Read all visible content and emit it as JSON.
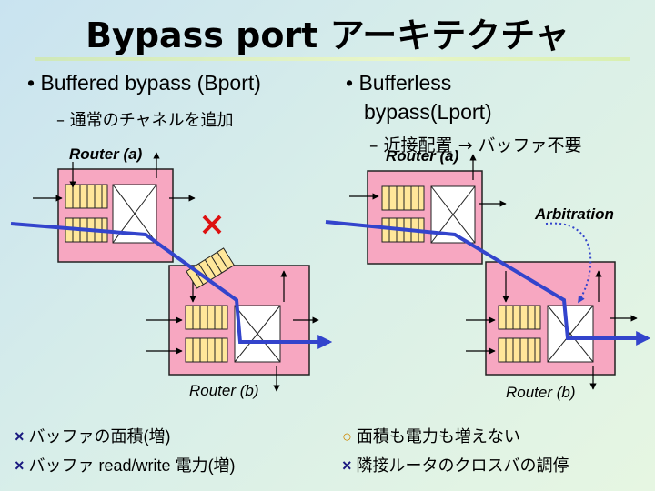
{
  "title": "Bypass port アーキテクチャ",
  "left": {
    "bullet": "• Buffered bypass (Bport)",
    "sub": "– 通常のチャネルを追加",
    "router_a": "Router (a)",
    "router_b": "Router (b)",
    "notes": [
      {
        "mark": "×",
        "text": "バッファの面積(増)"
      },
      {
        "mark": "×",
        "text": "バッファ read/write 電力(増)"
      }
    ]
  },
  "right": {
    "bullet_line1": "• Bufferless",
    "bullet_line2": "bypass(Lport)",
    "sub": "– 近接配置 → バッファ不要",
    "router_a": "Router (a)",
    "router_b": "Router (b)",
    "arbitration": "Arbitration",
    "notes": [
      {
        "mark": "○",
        "text": "面積も電力も増えない"
      },
      {
        "mark": "×",
        "text": "隣接ルータのクロスバの調停"
      }
    ]
  },
  "colors": {
    "router_fill": "#f7a7c1",
    "router_border": "#222222",
    "buffer_fill": "#ffe79a",
    "path": "#3344cc",
    "cross_mark": "#dd1111"
  }
}
